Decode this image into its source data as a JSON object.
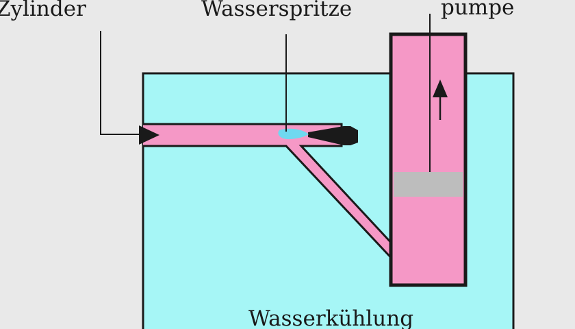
{
  "labels": {
    "cylinder": "Zylinder",
    "water_injector": "Wasserspritze",
    "pump": "pumpe",
    "water_cooling": "Wasserkühlung"
  },
  "colors": {
    "background": "#e9e9e9",
    "water": "#a6f6f6",
    "tube": "#f598c6",
    "outline": "#1a1a1a",
    "piston": "#bdbdbd",
    "spray": "#6fd9f0"
  },
  "icons": {
    "pointer_arrow": "arrowhead-right-icon",
    "flow_arrow": "arrow-up-icon"
  }
}
